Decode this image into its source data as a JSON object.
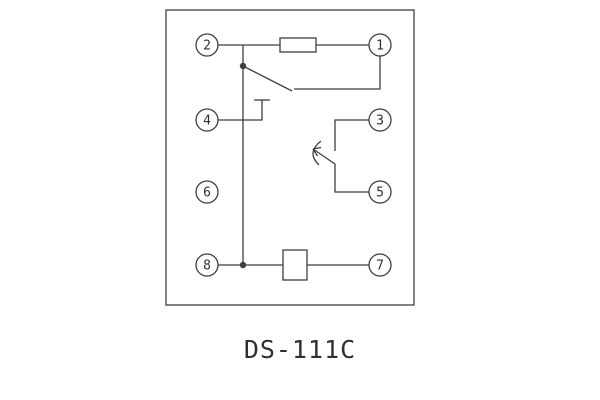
{
  "title": "DS-111C",
  "terminals": {
    "t1": "1",
    "t2": "2",
    "t3": "3",
    "t4": "4",
    "t5": "5",
    "t6": "6",
    "t7": "7",
    "t8": "8"
  },
  "colors": {
    "background": "#ffffff",
    "line": "#3f3f3f",
    "label": "#2f2f2f"
  },
  "symbols": {
    "resistor": "resistor-box",
    "coil": "coil-box",
    "instant_contact": "changeover-contact",
    "delay_contact": "time-delay-contact"
  }
}
